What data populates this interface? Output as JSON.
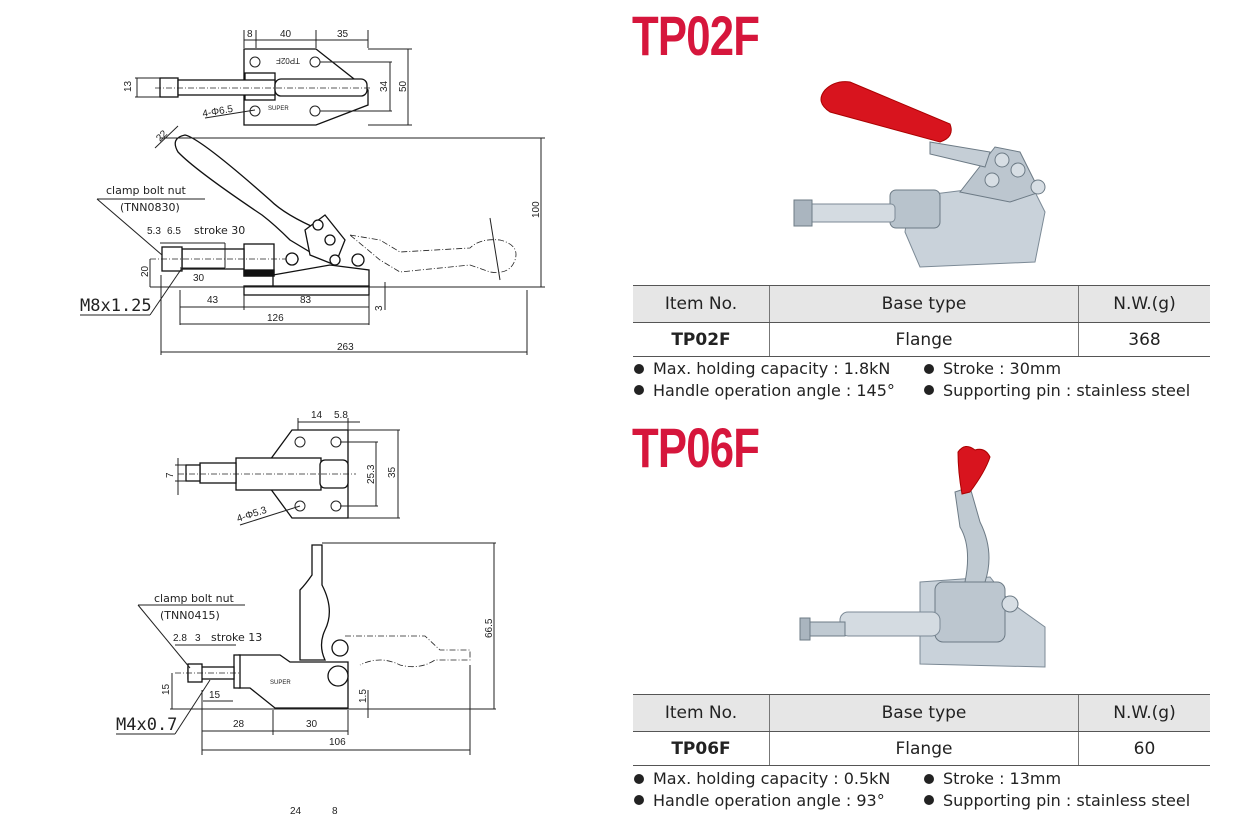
{
  "products": [
    {
      "title": "TP02F",
      "table": {
        "headers": [
          "Item No.",
          "Base type",
          "N.W.(g)"
        ],
        "row": [
          "TP02F",
          "Flange",
          "368"
        ]
      },
      "specs": [
        "Max. holding capacity : 1.8kN",
        "Stroke : 30mm",
        "Handle operation angle : 145°",
        "Supporting pin : stainless steel"
      ]
    },
    {
      "title": "TP06F",
      "table": {
        "headers": [
          "Item No.",
          "Base type",
          "N.W.(g)"
        ],
        "row": [
          "TP06F",
          "Flange",
          "60"
        ]
      },
      "specs": [
        "Max. holding capacity : 0.5kN",
        "Stroke : 13mm",
        "Handle operation angle : 93°",
        "Supporting pin : stainless steel"
      ]
    }
  ],
  "drawing1": {
    "top": {
      "d8": "8",
      "d40": "40",
      "d35": "35",
      "d13": "13",
      "d34": "34",
      "d50": "50",
      "holes": "4-Φ6.5",
      "stamp": "TP02F",
      "logo": "SUPER"
    },
    "side": {
      "d22": "22",
      "nut": "clamp bolt nut",
      "nut_code": "(TNN0830)",
      "d53": "5.3",
      "d65": "6.5",
      "stroke": "stroke 30",
      "d20": "20",
      "d30": "30",
      "thread": "M8x1.25",
      "d43": "43",
      "d83": "83",
      "d3": "3",
      "d126": "126",
      "d263": "263",
      "d100": "100"
    }
  },
  "drawing2": {
    "top": {
      "d14": "14",
      "d58": "5.8",
      "d7": "7",
      "d253": "25.3",
      "d35": "35",
      "holes": "4-Φ5.3"
    },
    "side": {
      "nut": "clamp bolt nut",
      "nut_code": "(TNN0415)",
      "d28a": "2.8",
      "d3": "3",
      "stroke": "stroke 13",
      "d15v": "15",
      "d15h": "15",
      "thread": "M4x0.7",
      "d28": "28",
      "d30": "30",
      "d15b": "1.5",
      "d106": "106",
      "d665": "66.5",
      "logo": "SUPER"
    }
  },
  "drawing3_partial": {
    "d24": "24",
    "d8": "8"
  },
  "colors": {
    "title": "#d6163c",
    "handle": "#d8141e",
    "header_bg": "#e6e6e6"
  }
}
